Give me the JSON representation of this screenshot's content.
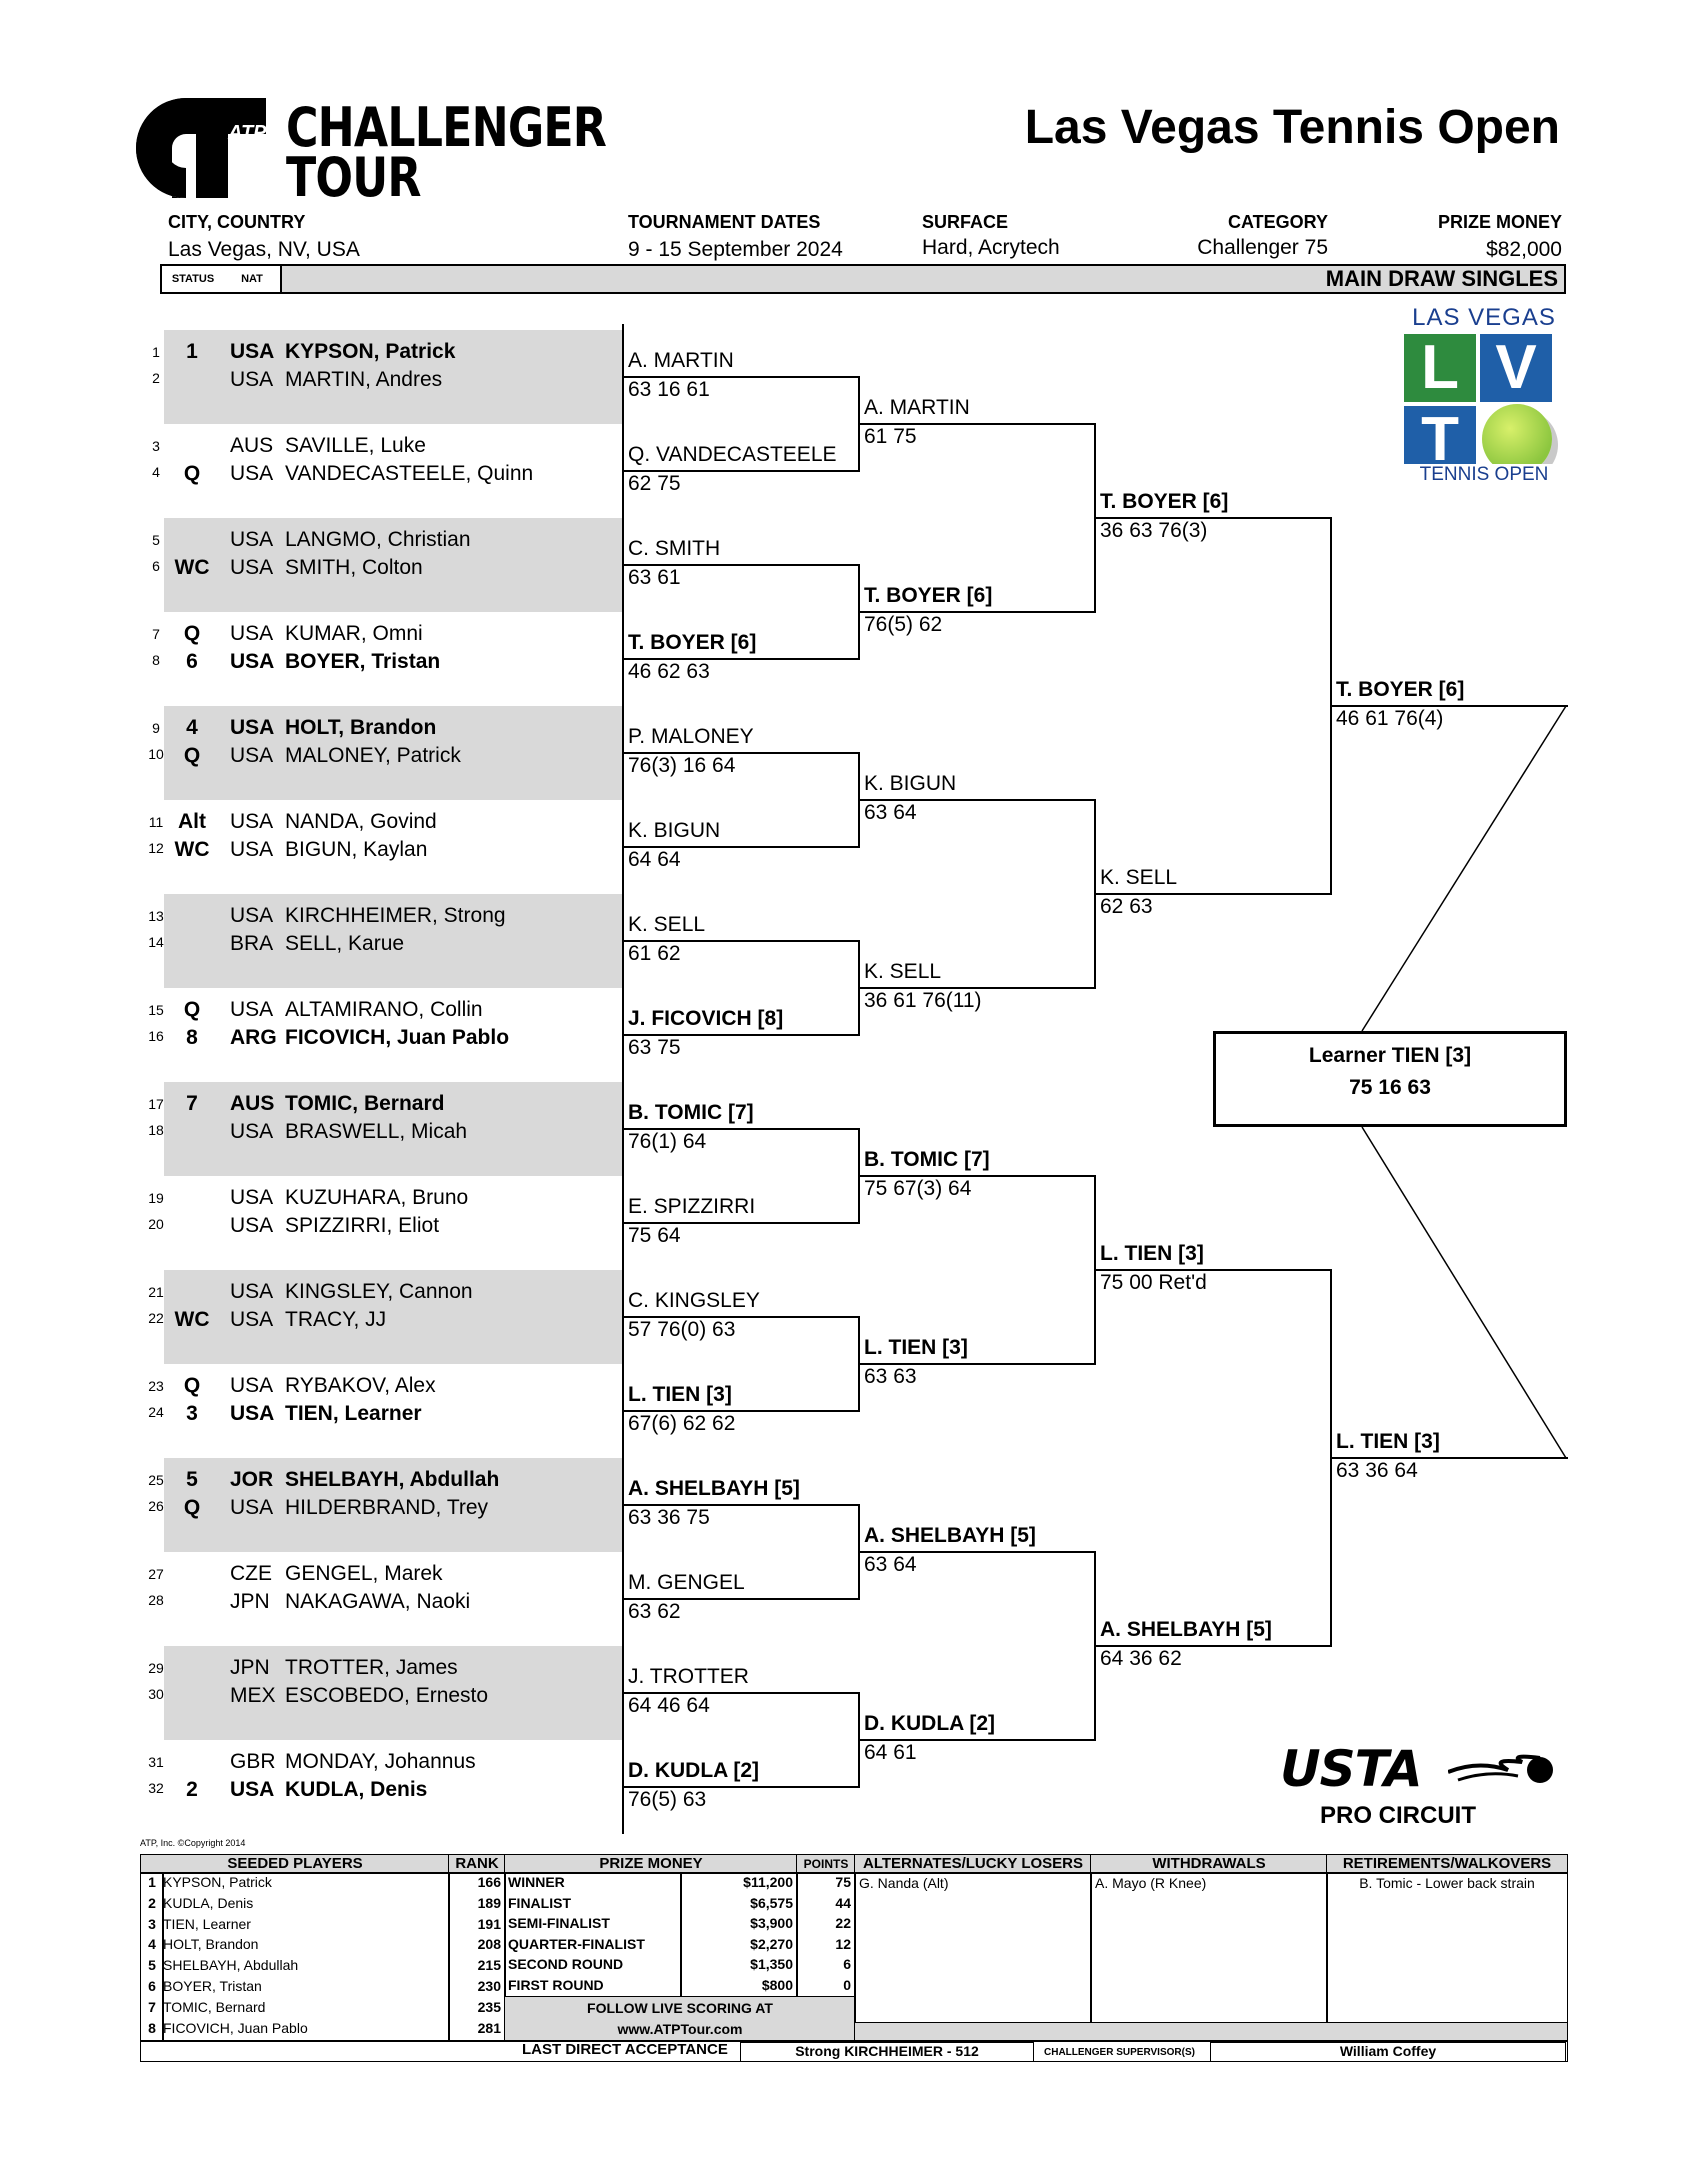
{
  "header": {
    "logo_line1": "CHALLENGER",
    "logo_line2": "TOUR",
    "logo_atp": "ATP",
    "tournament_name": "Las Vegas Tennis Open",
    "info": [
      {
        "label": "CITY, COUNTRY",
        "value": "Las Vegas, NV, USA"
      },
      {
        "label": "TOURNAMENT DATES",
        "value": "9 - 15 September 2024"
      },
      {
        "label": "SURFACE",
        "value": "Hard, Acrytech"
      },
      {
        "label": "CATEGORY",
        "value": "Challenger 75"
      },
      {
        "label": "PRIZE MONEY",
        "value": "$82,000"
      }
    ],
    "status_col": "STATUS",
    "nat_col": "NAT",
    "draw_title": "MAIN DRAW SINGLES"
  },
  "sponsor": {
    "lv_top": "LAS VEGAS",
    "lv_letters": [
      "L",
      "V",
      "T"
    ],
    "lv_bottom": "TENNIS OPEN",
    "usta": "USTA",
    "pro_circuit": "PRO CIRCUIT"
  },
  "draw": [
    {
      "num": "1",
      "status": "1",
      "nat": "USA",
      "name": "KYPSON, Patrick",
      "seeded": true
    },
    {
      "num": "2",
      "status": "",
      "nat": "USA",
      "name": "MARTIN, Andres",
      "seeded": false
    },
    {
      "num": "3",
      "status": "",
      "nat": "AUS",
      "name": "SAVILLE, Luke",
      "seeded": false
    },
    {
      "num": "4",
      "status": "Q",
      "nat": "USA",
      "name": "VANDECASTEELE, Quinn",
      "seeded": false
    },
    {
      "num": "5",
      "status": "",
      "nat": "USA",
      "name": "LANGMO, Christian",
      "seeded": false
    },
    {
      "num": "6",
      "status": "WC",
      "nat": "USA",
      "name": "SMITH, Colton",
      "seeded": false
    },
    {
      "num": "7",
      "status": "Q",
      "nat": "USA",
      "name": "KUMAR, Omni",
      "seeded": false
    },
    {
      "num": "8",
      "status": "6",
      "nat": "USA",
      "name": "BOYER, Tristan",
      "seeded": true
    },
    {
      "num": "9",
      "status": "4",
      "nat": "USA",
      "name": "HOLT, Brandon",
      "seeded": true
    },
    {
      "num": "10",
      "status": "Q",
      "nat": "USA",
      "name": "MALONEY, Patrick",
      "seeded": false
    },
    {
      "num": "11",
      "status": "Alt",
      "nat": "USA",
      "name": "NANDA, Govind",
      "seeded": false
    },
    {
      "num": "12",
      "status": "WC",
      "nat": "USA",
      "name": "BIGUN, Kaylan",
      "seeded": false
    },
    {
      "num": "13",
      "status": "",
      "nat": "USA",
      "name": "KIRCHHEIMER, Strong",
      "seeded": false
    },
    {
      "num": "14",
      "status": "",
      "nat": "BRA",
      "name": "SELL, Karue",
      "seeded": false
    },
    {
      "num": "15",
      "status": "Q",
      "nat": "USA",
      "name": "ALTAMIRANO, Collin",
      "seeded": false
    },
    {
      "num": "16",
      "status": "8",
      "nat": "ARG",
      "name": "FICOVICH, Juan Pablo",
      "seeded": true
    },
    {
      "num": "17",
      "status": "7",
      "nat": "AUS",
      "name": "TOMIC, Bernard",
      "seeded": true
    },
    {
      "num": "18",
      "status": "",
      "nat": "USA",
      "name": "BRASWELL, Micah",
      "seeded": false
    },
    {
      "num": "19",
      "status": "",
      "nat": "USA",
      "name": "KUZUHARA, Bruno",
      "seeded": false
    },
    {
      "num": "20",
      "status": "",
      "nat": "USA",
      "name": "SPIZZIRRI, Eliot",
      "seeded": false
    },
    {
      "num": "21",
      "status": "",
      "nat": "USA",
      "name": "KINGSLEY, Cannon",
      "seeded": false
    },
    {
      "num": "22",
      "status": "WC",
      "nat": "USA",
      "name": "TRACY, JJ",
      "seeded": false
    },
    {
      "num": "23",
      "status": "Q",
      "nat": "USA",
      "name": "RYBAKOV, Alex",
      "seeded": false
    },
    {
      "num": "24",
      "status": "3",
      "nat": "USA",
      "name": "TIEN, Learner",
      "seeded": true
    },
    {
      "num": "25",
      "status": "5",
      "nat": "JOR",
      "name": "SHELBAYH, Abdullah",
      "seeded": true
    },
    {
      "num": "26",
      "status": "Q",
      "nat": "USA",
      "name": "HILDERBRAND, Trey",
      "seeded": false
    },
    {
      "num": "27",
      "status": "",
      "nat": "CZE",
      "name": "GENGEL, Marek",
      "seeded": false
    },
    {
      "num": "28",
      "status": "",
      "nat": "JPN",
      "name": "NAKAGAWA, Naoki",
      "seeded": false
    },
    {
      "num": "29",
      "status": "",
      "nat": "JPN",
      "name": "TROTTER, James",
      "seeded": false
    },
    {
      "num": "30",
      "status": "",
      "nat": "MEX",
      "name": "ESCOBEDO, Ernesto",
      "seeded": false
    },
    {
      "num": "31",
      "status": "",
      "nat": "GBR",
      "name": "MONDAY, Johannus",
      "seeded": false
    },
    {
      "num": "32",
      "status": "2",
      "nat": "USA",
      "name": "KUDLA, Denis",
      "seeded": true
    }
  ],
  "rounds": [
    [
      {
        "name": "A. MARTIN",
        "score": "63 16 61",
        "seeded": false
      },
      {
        "name": "Q. VANDECASTEELE",
        "score": "62 75",
        "seeded": false
      },
      {
        "name": "C. SMITH",
        "score": "63 61",
        "seeded": false
      },
      {
        "name": "T. BOYER [6]",
        "score": "46 62 63",
        "seeded": true
      },
      {
        "name": "P. MALONEY",
        "score": "76(3) 16 64",
        "seeded": false
      },
      {
        "name": "K. BIGUN",
        "score": "64 64",
        "seeded": false
      },
      {
        "name": "K. SELL",
        "score": "61 62",
        "seeded": false
      },
      {
        "name": "J. FICOVICH [8]",
        "score": "63 75",
        "seeded": true
      },
      {
        "name": "B. TOMIC [7]",
        "score": "76(1) 64",
        "seeded": true
      },
      {
        "name": "E. SPIZZIRRI",
        "score": "75 64",
        "seeded": false
      },
      {
        "name": "C. KINGSLEY",
        "score": "57 76(0) 63",
        "seeded": false
      },
      {
        "name": "L. TIEN [3]",
        "score": "67(6) 62 62",
        "seeded": true
      },
      {
        "name": "A. SHELBAYH [5]",
        "score": "63 36 75",
        "seeded": true
      },
      {
        "name": "M. GENGEL",
        "score": "63 62",
        "seeded": false
      },
      {
        "name": "J. TROTTER",
        "score": "64 46 64",
        "seeded": false
      },
      {
        "name": "D. KUDLA [2]",
        "score": "76(5) 63",
        "seeded": true
      }
    ],
    [
      {
        "name": "A. MARTIN",
        "score": "61 75",
        "seeded": false
      },
      {
        "name": "T. BOYER [6]",
        "score": "76(5) 62",
        "seeded": true
      },
      {
        "name": "K. BIGUN",
        "score": "63 64",
        "seeded": false
      },
      {
        "name": "K. SELL",
        "score": "36 61 76(11)",
        "seeded": false
      },
      {
        "name": "B. TOMIC [7]",
        "score": "75 67(3) 64",
        "seeded": true
      },
      {
        "name": "L. TIEN [3]",
        "score": "63 63",
        "seeded": true
      },
      {
        "name": "A. SHELBAYH [5]",
        "score": "63 64",
        "seeded": true
      },
      {
        "name": "D. KUDLA [2]",
        "score": "64 61",
        "seeded": true
      }
    ],
    [
      {
        "name": "T. BOYER [6]",
        "score": "36 63 76(3)",
        "seeded": true
      },
      {
        "name": "K. SELL",
        "score": "62 63",
        "seeded": false
      },
      {
        "name": "L. TIEN [3]",
        "score": "75 00 Ret'd",
        "seeded": true
      },
      {
        "name": "A. SHELBAYH [5]",
        "score": "64 36 62",
        "seeded": true
      }
    ],
    [
      {
        "name": "T. BOYER [6]",
        "score": "46 61 76(4)",
        "seeded": true
      },
      {
        "name": "L. TIEN [3]",
        "score": "63 36 64",
        "seeded": true
      }
    ]
  ],
  "champion": {
    "name": "Learner TIEN [3]",
    "score": "75 16 63"
  },
  "copyright": "ATP, Inc. ©Copyright 2014",
  "bottom": {
    "seeded_header": "SEEDED PLAYERS",
    "rank_header": "RANK",
    "prize_header": "PRIZE MONEY",
    "points_header": "POINTS",
    "alt_header": "ALTERNATES/LUCKY LOSERS",
    "wd_header": "WITHDRAWALS",
    "ret_header": "RETIREMENTS/WALKOVERS",
    "seeds": [
      {
        "n": "1",
        "name": "KYPSON, Patrick",
        "rank": "166"
      },
      {
        "n": "2",
        "name": "KUDLA, Denis",
        "rank": "189"
      },
      {
        "n": "3",
        "name": "TIEN, Learner",
        "rank": "191"
      },
      {
        "n": "4",
        "name": "HOLT, Brandon",
        "rank": "208"
      },
      {
        "n": "5",
        "name": "SHELBAYH, Abdullah",
        "rank": "215"
      },
      {
        "n": "6",
        "name": "BOYER, Tristan",
        "rank": "230"
      },
      {
        "n": "7",
        "name": "TOMIC, Bernard",
        "rank": "235"
      },
      {
        "n": "8",
        "name": "FICOVICH, Juan Pablo",
        "rank": "281"
      }
    ],
    "prizes": [
      {
        "round": "WINNER",
        "amount": "$11,200",
        "points": "75"
      },
      {
        "round": "FINALIST",
        "amount": "$6,575",
        "points": "44"
      },
      {
        "round": "SEMI-FINALIST",
        "amount": "$3,900",
        "points": "22"
      },
      {
        "round": "QUARTER-FINALIST",
        "amount": "$2,270",
        "points": "12"
      },
      {
        "round": "SECOND ROUND",
        "amount": "$1,350",
        "points": "6"
      },
      {
        "round": "FIRST ROUND",
        "amount": "$800",
        "points": "0"
      }
    ],
    "alternates": "G. Nanda (Alt)",
    "withdrawals": "A. Mayo (R Knee)",
    "retirements": "B. Tomic - Lower back strain",
    "live_line1": "FOLLOW LIVE SCORING AT",
    "live_line2": "www.ATPTour.com",
    "lda_label": "LAST DIRECT ACCEPTANCE",
    "lda_value": "Strong KIRCHHEIMER - 512",
    "supervisor_label": "CHALLENGER SUPERVISOR(S)",
    "supervisor_value": "William Coffey"
  }
}
